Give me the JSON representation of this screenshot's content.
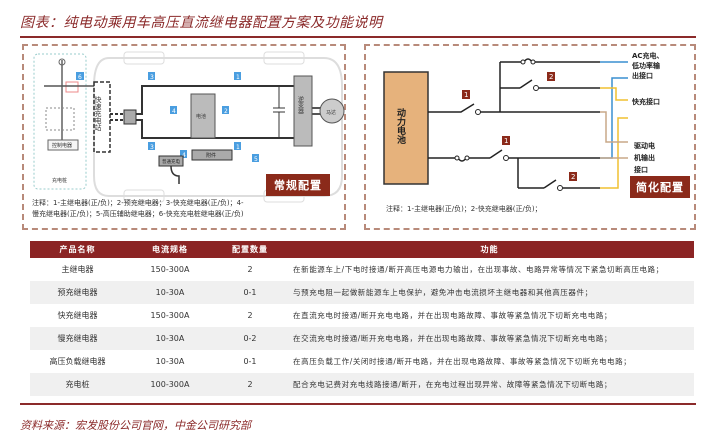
{
  "title": "图表：纯电动乘用车高压直流继电器配置方案及功能说明",
  "left_panel": {
    "badge": "常规配置",
    "labels": {
      "fast_station": "快速充电站",
      "battery": "电池",
      "inverter": "逆变器",
      "motor": "马达",
      "slow_charger": "普通充电",
      "accessory": "附件",
      "control_box": "控制电器",
      "charging_pile": "充电桩"
    },
    "relay_numbers": [
      "1",
      "1",
      "2",
      "3",
      "3",
      "4",
      "4",
      "5",
      "6"
    ],
    "note_line1": "注释：1-主继电器(正/负)；2-预充继电器；3-快充继电器(正/负)；4-",
    "note_line2": "慢充继电器(正/负)；5-高压辅助继电器；6-快充充电桩继电器(正/负)"
  },
  "right_panel": {
    "badge": "简化配置",
    "battery_label": "动力电池",
    "outputs": [
      "AC充电、低功率输出接口",
      "快充接口",
      "驱动电机输出接口"
    ],
    "output_lines": {
      "ac": [
        "AC充电、",
        "低功率输",
        "出接口"
      ],
      "fast": [
        "快充接口"
      ],
      "motor": [
        "驱动电",
        "机输出",
        "接口"
      ]
    },
    "relay_numbers": [
      "1",
      "1",
      "2",
      "2"
    ],
    "note": "注释：1-主继电器(正/负)；2-快充继电器(正/负)；",
    "colors": {
      "blue": "#3a8fd0",
      "yellow": "#f0c030",
      "tan": "#c8a888",
      "battery_fill": "#e6b27c",
      "badge": "#8b2a1a"
    }
  },
  "table": {
    "headers": [
      "产品名称",
      "电流规格",
      "配置数量",
      "功能"
    ],
    "rows": [
      {
        "name": "主继电器",
        "current": "150-300A",
        "qty": "2",
        "func": "在新能源车上/下电时接通/断开高压电源电力输出，在出现事故、电路异常等情况下紧急切断高压电路；"
      },
      {
        "name": "预充继电器",
        "current": "10-30A",
        "qty": "0-1",
        "func": "与预充电阻一起做新能源车上电保护，避免冲击电流损坏主继电器和其他高压器件；"
      },
      {
        "name": "快充继电器",
        "current": "150-300A",
        "qty": "2",
        "func": "在直流充电时接通/断开充电电路，并在出现电路故障、事故等紧急情况下切断充电电路；"
      },
      {
        "name": "慢充继电器",
        "current": "10-30A",
        "qty": "0-2",
        "func": "在交流充电时接通/断开充电电路，并在出现电路故障、事故等紧急情况下切断充电电路；"
      },
      {
        "name": "高压负载继电器",
        "current": "10-30A",
        "qty": "0-1",
        "func": "在高压负载工作/关闭时接通/断开电路，并在出现电路故障、事故等紧急情况下切断充电电路；"
      },
      {
        "name": "充电桩",
        "current": "100-300A",
        "qty": "2",
        "func": "配合充电记费对充电线路接通/断开，在充电过程出现异常、故障等紧急情况下切断电路；"
      }
    ]
  },
  "source": "资料来源：宏发股份公司官网，中金公司研究部"
}
